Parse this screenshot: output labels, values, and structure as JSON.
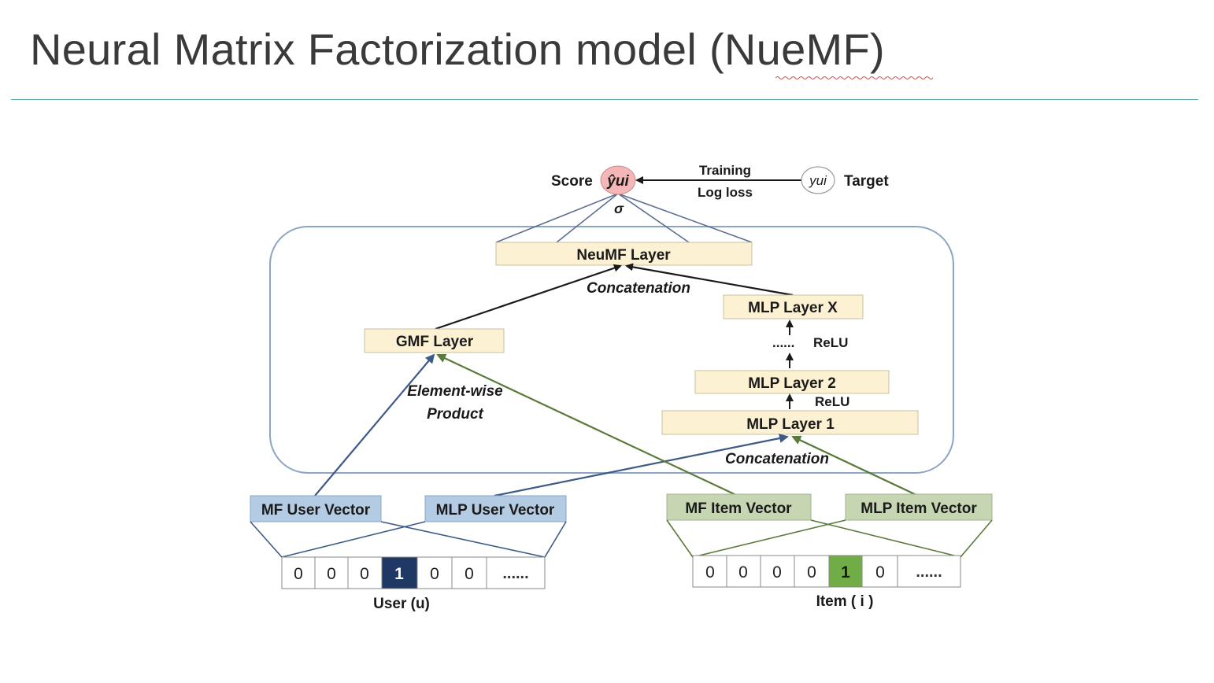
{
  "title": "Neural Matrix Factorization model (NueMF)",
  "diagram": {
    "score_label": "Score",
    "score_node": "ŷui",
    "sigma": "σ",
    "training_label": "Training",
    "logloss_label": "Log loss",
    "target_node": "yui",
    "target_label": "Target",
    "neumf_layer": "NeuMF Layer",
    "concat_top": "Concatenation",
    "gmf_layer": "GMF Layer",
    "mlp_layer_x": "MLP Layer X",
    "dots_relu": "......",
    "relu_1": "ReLU",
    "mlp_layer_2": "MLP Layer 2",
    "relu_2": "ReLU",
    "mlp_layer_1": "MLP Layer 1",
    "element_wise": "Element-wise",
    "product": "Product",
    "concat_bottom": "Concatenation",
    "mf_user_vector": "MF User Vector",
    "mlp_user_vector": "MLP User Vector",
    "mf_item_vector": "MF Item Vector",
    "mlp_item_vector": "MLP Item Vector",
    "user_cells": [
      "0",
      "0",
      "0",
      "1",
      "0",
      "0",
      "......"
    ],
    "item_cells": [
      "0",
      "0",
      "0",
      "0",
      "1",
      "0",
      "......"
    ],
    "user_label": "User (u)",
    "item_label": "Item ( i )",
    "colors": {
      "layer_fill": "#fdf1d3",
      "user_vec_fill": "#b4cbe4",
      "item_vec_fill": "#c6d6b2",
      "user_hot": "#1f3864",
      "item_hot": "#70ad47",
      "score_fill": "#f4b6b6",
      "container": "#8ea4c4",
      "blue_arrow": "#3e5a87",
      "green_arrow": "#5a7a3a"
    }
  }
}
